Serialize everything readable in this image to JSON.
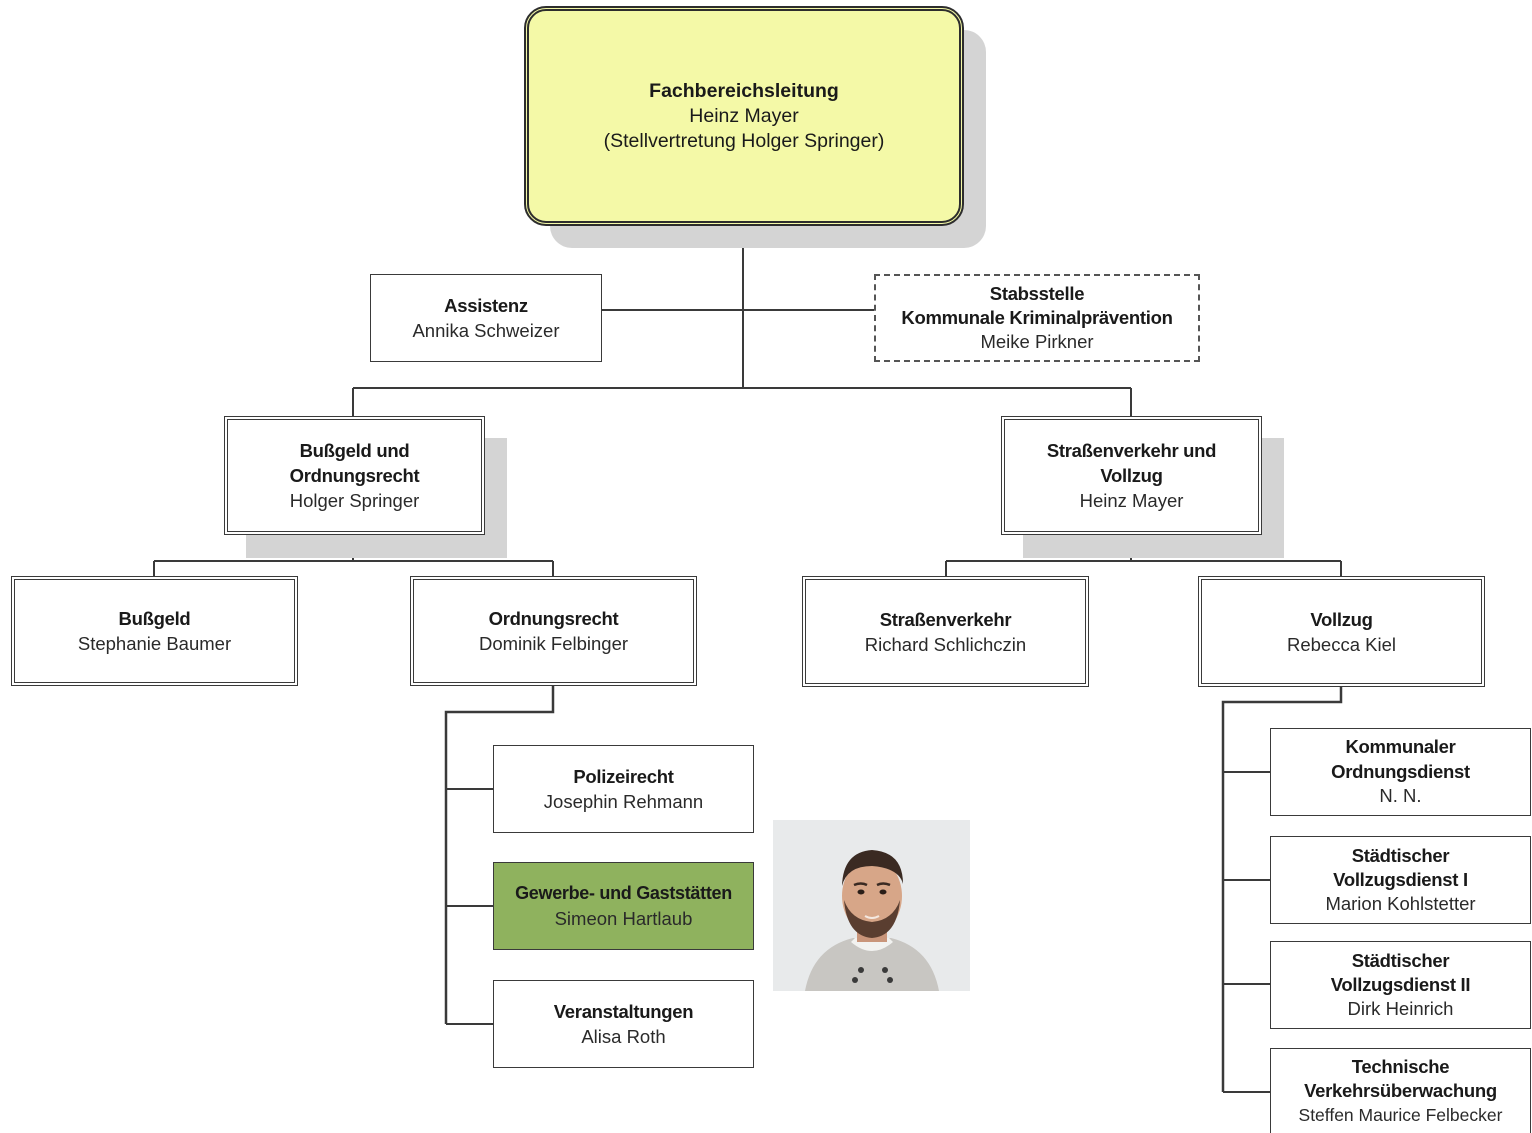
{
  "root": {
    "title": "Fachbereichsleitung",
    "name": "Heinz Mayer",
    "deputy": "(Stellvertretung Holger Springer)"
  },
  "assistenz": {
    "title": "Assistenz",
    "name": "Annika Schweizer"
  },
  "stabsstelle": {
    "title": "Stabsstelle",
    "subtitle": "Kommunale Kriminalprävention",
    "name": "Meike Pirkner"
  },
  "bussgeld_ordnungsrecht": {
    "title_line1": "Bußgeld und",
    "title_line2": "Ordnungsrecht",
    "name": "Holger Springer"
  },
  "strassenverkehr_vollzug": {
    "title_line1": "Straßenverkehr und",
    "title_line2": "Vollzug",
    "name": "Heinz Mayer"
  },
  "bussgeld": {
    "title": "Bußgeld",
    "name": "Stephanie Baumer"
  },
  "ordnungsrecht": {
    "title": "Ordnungsrecht",
    "name": "Dominik Felbinger"
  },
  "strassenverkehr": {
    "title": "Straßenverkehr",
    "name": "Richard Schlichczin"
  },
  "vollzug": {
    "title": "Vollzug",
    "name": "Rebecca Kiel"
  },
  "polizeirecht": {
    "title": "Polizeirecht",
    "name": "Josephin Rehmann"
  },
  "gewerbe": {
    "title": "Gewerbe- und Gaststätten",
    "name": "Simeon Hartlaub",
    "highlight_color": "#8fb25e"
  },
  "veranstaltungen": {
    "title": "Veranstaltungen",
    "name": "Alisa Roth"
  },
  "kod": {
    "title_line1": "Kommunaler",
    "title_line2": "Ordnungsdienst",
    "name": "N. N."
  },
  "svd1": {
    "title_line1": "Städtischer",
    "title_line2": "Vollzugsdienst I",
    "name": "Marion Kohlstetter"
  },
  "svd2": {
    "title_line1": "Städtischer",
    "title_line2": "Vollzugsdienst II",
    "name": "Dirk Heinrich"
  },
  "tvu": {
    "title_line1": "Technische",
    "title_line2": "Verkehrsüberwachung",
    "name": "Steffen Maurice Felbecker"
  },
  "colors": {
    "root_fill": "#f4f9a7",
    "highlight": "#8fb25e",
    "lines": "#3a3a3a"
  }
}
